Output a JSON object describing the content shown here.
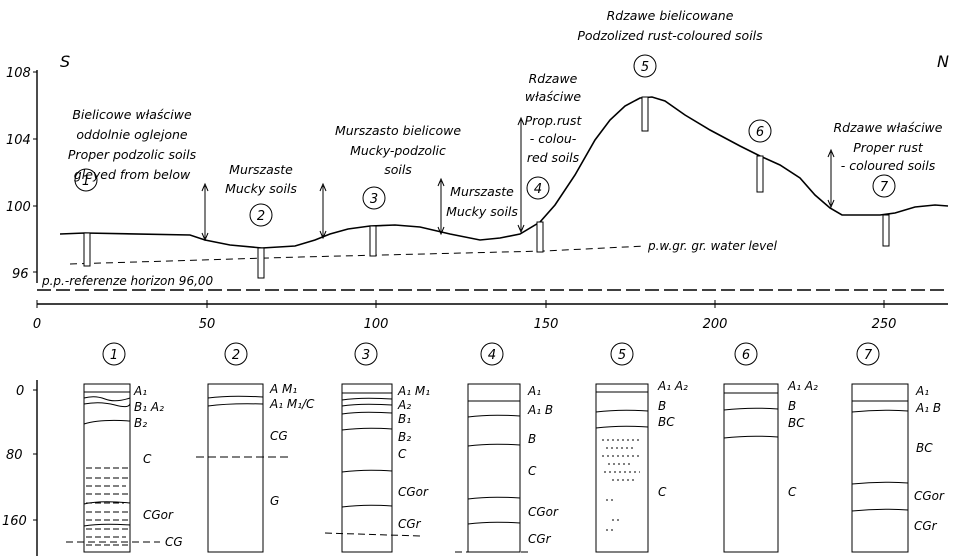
{
  "direction": {
    "south": "S",
    "north": "N"
  },
  "y_axis_ticks": [
    "108",
    "104",
    "100",
    "96"
  ],
  "x_axis_ticks": [
    "0",
    "50",
    "100",
    "150",
    "200",
    "250"
  ],
  "depth_axis_ticks": [
    "0",
    "80",
    "160"
  ],
  "reference_horizon_label": "p.p.-referenze horizon 96,00",
  "water_level_label": "p.w.gr.   gr. water level",
  "site_labels": [
    {
      "number": "1",
      "lines": [
        "Bielicowe właściwe",
        "oddolnie oglejone",
        "Proper podzolic soils",
        "gleyed from below"
      ]
    },
    {
      "number": "2",
      "lines": [
        "Murszaste",
        "Mucky soils"
      ]
    },
    {
      "number": "3",
      "lines": [
        "Murszasto bielicowe",
        "Mucky-podzolic",
        "soils"
      ]
    },
    {
      "number": "4",
      "lines": [
        "Murszaste",
        "Mucky soils"
      ]
    },
    {
      "number": "4",
      "lines": [
        "Rdzawe",
        "właściwe",
        "Prop.rust",
        "- colou-",
        "red soils"
      ]
    },
    {
      "number": "5",
      "lines": [
        "Rdzawe bielicowane",
        "Podzolized rust-coloured soils"
      ]
    },
    {
      "number": "6",
      "lines": []
    },
    {
      "number": "7",
      "lines": [
        "Rdzawe właściwe",
        "Proper rust",
        "- coloured soils"
      ]
    }
  ],
  "profiles": [
    {
      "number": "1",
      "horizons": [
        "A₁",
        "B₁ A₂",
        "B₂",
        "C",
        "CGor",
        "CG"
      ]
    },
    {
      "number": "2",
      "horizons": [
        "A M₁",
        "A₁ M₁/C",
        "CG",
        "G"
      ]
    },
    {
      "number": "3",
      "horizons": [
        "A₁ M₁",
        "A₂",
        "B₁",
        "B₂",
        "C",
        "CGor",
        "CGr"
      ]
    },
    {
      "number": "4",
      "horizons": [
        "A₁",
        "A₁ B",
        "B",
        "C",
        "CGor",
        "CGr"
      ]
    },
    {
      "number": "5",
      "horizons": [
        "A₁ A₂",
        "B",
        "BC",
        "C"
      ]
    },
    {
      "number": "6",
      "horizons": [
        "A₁ A₂",
        "B",
        "BC",
        "C"
      ]
    },
    {
      "number": "7",
      "horizons": [
        "A₁",
        "A₁ B",
        "BC",
        "CGor",
        "CGr"
      ]
    }
  ]
}
